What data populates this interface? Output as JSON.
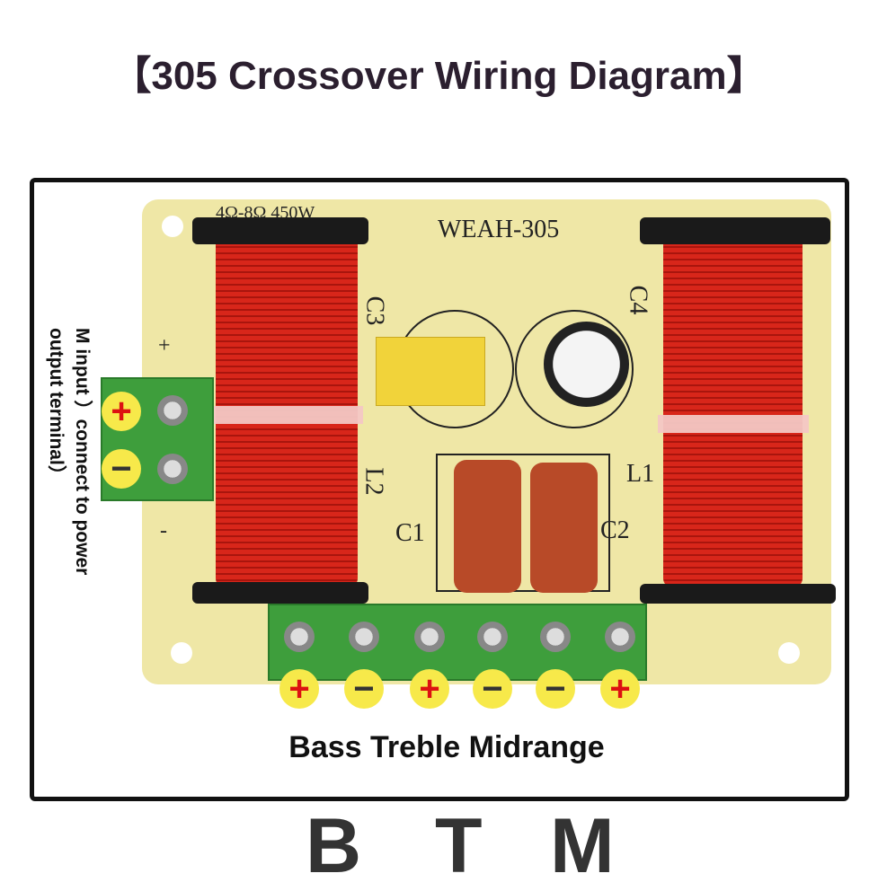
{
  "title": "【305 Crossover Wiring Diagram】",
  "board": {
    "model": "WEAH-305",
    "rating": "4Ω-8Ω 450W",
    "labels": {
      "c1": "C1",
      "c2": "C2",
      "c3": "C3",
      "c4": "C4",
      "l1": "L1",
      "l2": "L2"
    },
    "input_polarity": [
      "+",
      "-"
    ]
  },
  "input_terminals": [
    {
      "sign": "+"
    },
    {
      "sign": "−"
    }
  ],
  "output_terminals": [
    {
      "sign": "+"
    },
    {
      "sign": "−"
    },
    {
      "sign": "+"
    },
    {
      "sign": "−"
    },
    {
      "sign": "−"
    },
    {
      "sign": "+"
    }
  ],
  "side_note": {
    "line1": "M input ︶connect to power",
    "line2": "output terminal︶"
  },
  "output_legend": "Bass Treble Midrange",
  "letters": [
    "B",
    "T",
    "M"
  ],
  "colors": {
    "plus": "#dd1111",
    "minus": "#333333",
    "marker": "#f7e94a",
    "board": "#efe7a6",
    "coil": "#d8261a"
  }
}
